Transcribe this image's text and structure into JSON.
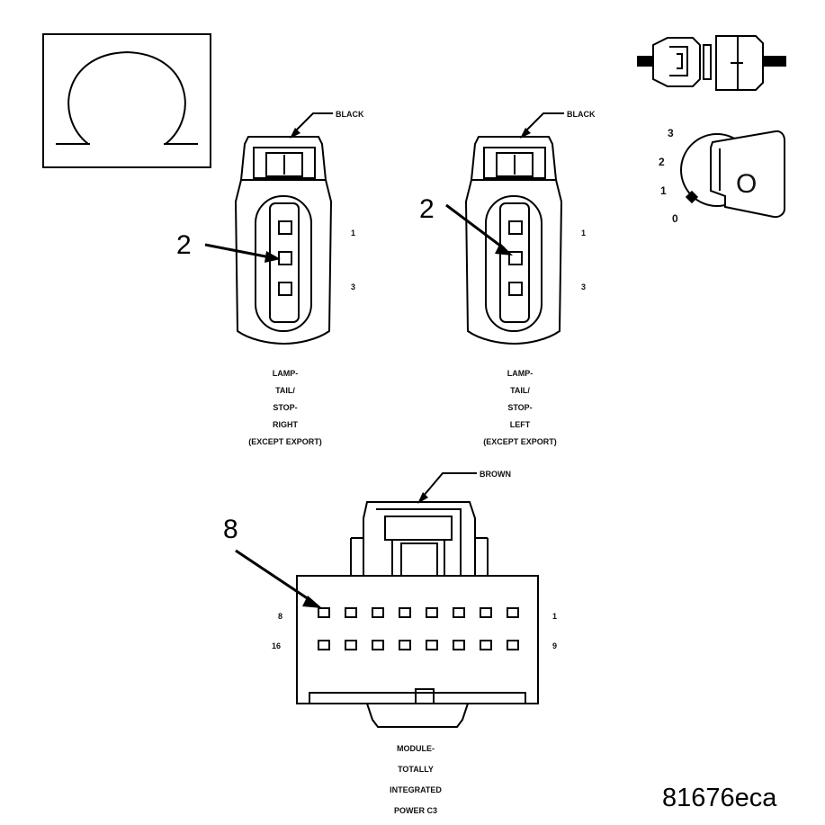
{
  "connector_left": {
    "color_label": "BLACK",
    "callout": "2",
    "pin_top": "1",
    "pin_bottom": "3",
    "caption": [
      "LAMP-",
      "TAIL/",
      "STOP-",
      "RIGHT",
      "(EXCEPT EXPORT)"
    ]
  },
  "connector_right": {
    "color_label": "BLACK",
    "callout": "2",
    "pin_top": "1",
    "pin_bottom": "3",
    "caption": [
      "LAMP-",
      "TAIL/",
      "STOP-",
      "LEFT",
      "(EXCEPT EXPORT)"
    ]
  },
  "connector_bottom": {
    "color_label": "BROWN",
    "callout": "8",
    "row1_left": "8",
    "row1_right": "1",
    "row2_left": "16",
    "row2_right": "9",
    "caption": [
      "MODULE-",
      "TOTALLY",
      "INTEGRATED",
      "POWER C3"
    ]
  },
  "ignition_key": {
    "positions": [
      "3",
      "2",
      "1",
      "0"
    ],
    "key_symbol": "O"
  },
  "icons": [
    "ohmmeter-icon",
    "connector-unplug-icon",
    "ignition-key-icon"
  ],
  "figure_id": "81676eca"
}
